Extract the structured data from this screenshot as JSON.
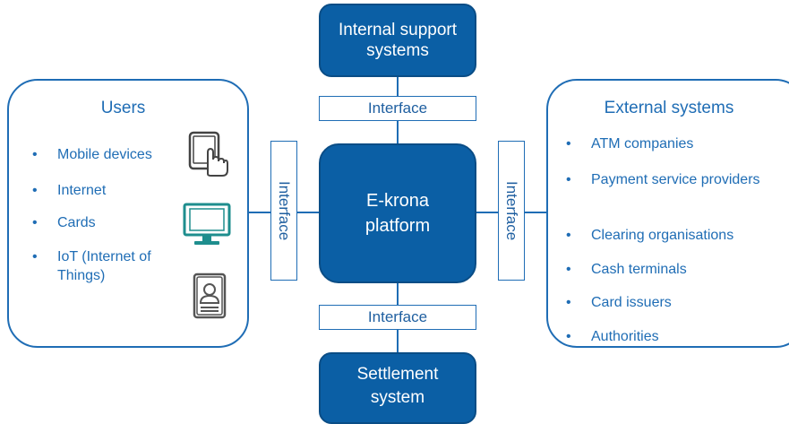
{
  "colors": {
    "dark_blue": "#0b5fa5",
    "accent_blue": "#1f6db5",
    "icon_teal": "#1e8e8e"
  },
  "top_box": {
    "label": "Internal support systems"
  },
  "center_box": {
    "label": "E-krona platform"
  },
  "bottom_box": {
    "label": "Settlement system"
  },
  "interface_label": "Interface",
  "users": {
    "title": "Users",
    "items": [
      "Mobile devices",
      "Internet",
      "Cards",
      "IoT (Internet of Things)"
    ],
    "icons": [
      "touch-tablet-icon",
      "computer-monitor-icon",
      "id-card-icon"
    ]
  },
  "external": {
    "title": "External systems",
    "items": [
      "ATM companies",
      "Payment service providers",
      "Clearing organisations",
      "Cash terminals",
      "Card issuers",
      "Authorities"
    ]
  }
}
